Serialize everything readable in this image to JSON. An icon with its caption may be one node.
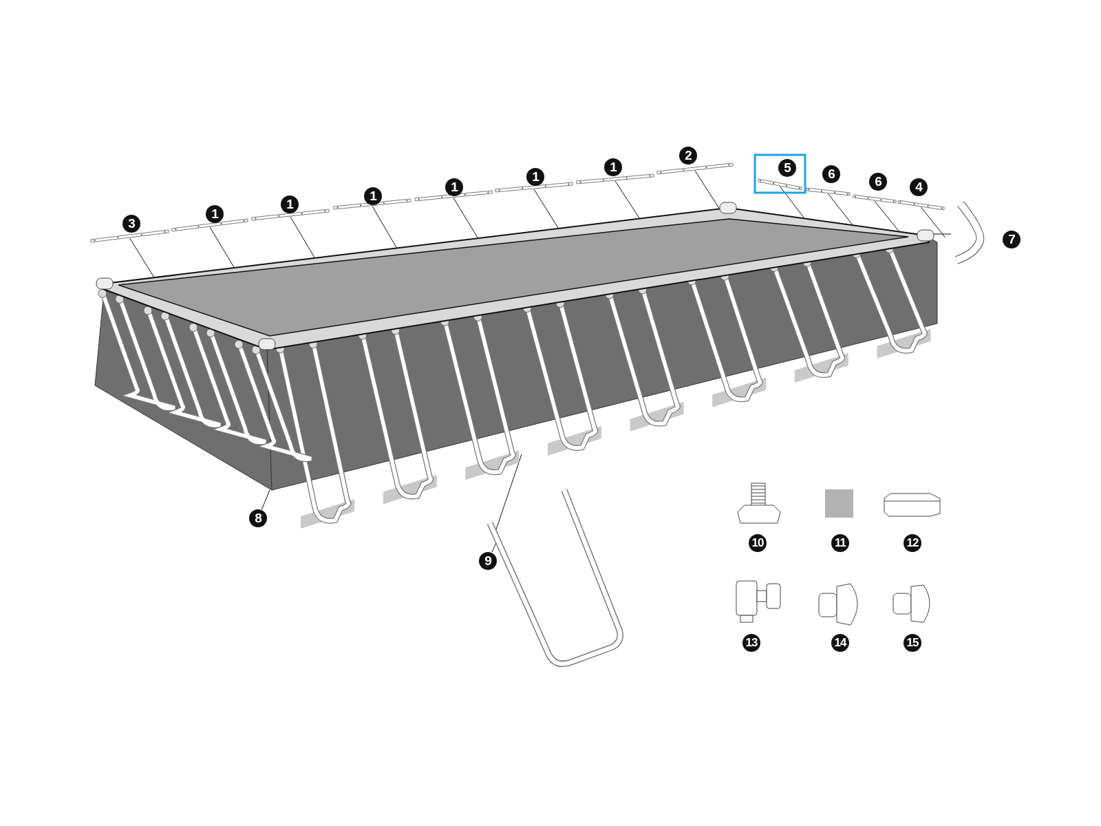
{
  "diagram": {
    "nodes": [
      {
        "text": [],
        "shape": "picture"
      },
      {
        "text": [],
        "shape": "bar"
      },
      {
        "text": [],
        "shape": "bar"
      },
      {
        "text": [],
        "shape": "bar"
      },
      {
        "text": [],
        "shape": "bar"
      },
      {
        "text": [],
        "shape": "bar"
      },
      {
        "text": [],
        "shape": "bar"
      },
      {
        "text": [],
        "shape": "bar"
      },
      {
        "text": [],
        "shape": "bar"
      },
      {
        "text": [],
        "shape": "bar"
      },
      {
        "text": [],
        "shape": "bar"
      },
      {
        "text": [],
        "shape": "bar"
      },
      {
        "text": [],
        "shape": "bar"
      },
      {
        "text": [],
        "shape": "picture"
      },
      {
        "text": [],
        "shape": "picture"
      },
      {
        "text": [
          "3"
        ]
      },
      {
        "text": [
          "1"
        ]
      },
      {
        "text": [
          "1"
        ]
      },
      {
        "text": [
          "1"
        ]
      },
      {
        "text": [
          "1"
        ]
      },
      {
        "text": [
          "1"
        ]
      },
      {
        "text": [
          "1"
        ]
      },
      {
        "text": [
          "2"
        ]
      },
      {
        "text": [
          "5"
        ]
      },
      {
        "text": [
          "6"
        ]
      },
      {
        "text": [
          "6"
        ]
      },
      {
        "text": [
          "4"
        ]
      },
      {
        "text": [
          "7"
        ]
      },
      {
        "text": [
          "8"
        ]
      },
      {
        "text": [
          "9"
        ]
      },
      {
        "text": [
          "10"
        ]
      },
      {
        "text": [
          "11"
        ]
      },
      {
        "text": [
          "12"
        ]
      },
      {
        "text": [
          "13"
        ]
      },
      {
        "text": [
          "14"
        ]
      },
      {
        "text": [
          "15"
        ]
      }
    ],
    "edges": [
      {
        "from": 1,
        "to": 0,
        "arrow": "none"
      },
      {
        "from": 2,
        "to": 0,
        "arrow": "none"
      },
      {
        "from": 3,
        "to": 0,
        "arrow": "none"
      },
      {
        "from": 4,
        "to": 0,
        "arrow": "none"
      },
      {
        "from": 5,
        "to": 0,
        "arrow": "none"
      },
      {
        "from": 6,
        "to": 0,
        "arrow": "none"
      },
      {
        "from": 7,
        "to": 0,
        "arrow": "none"
      },
      {
        "from": 8,
        "to": 0,
        "arrow": "none"
      },
      {
        "from": 9,
        "to": 0,
        "arrow": "none"
      },
      {
        "from": 10,
        "to": 0,
        "arrow": "none"
      },
      {
        "from": 11,
        "to": 0,
        "arrow": "none"
      },
      {
        "from": 12,
        "to": 0,
        "arrow": "none"
      },
      {
        "from": 13,
        "to": 0,
        "arrow": "none"
      },
      {
        "from": 14,
        "to": 0,
        "arrow": "none"
      },
      {
        "from": 28,
        "to": 0,
        "arrow": "none"
      },
      {
        "from": 29,
        "to": 14,
        "arrow": "none"
      }
    ]
  }
}
